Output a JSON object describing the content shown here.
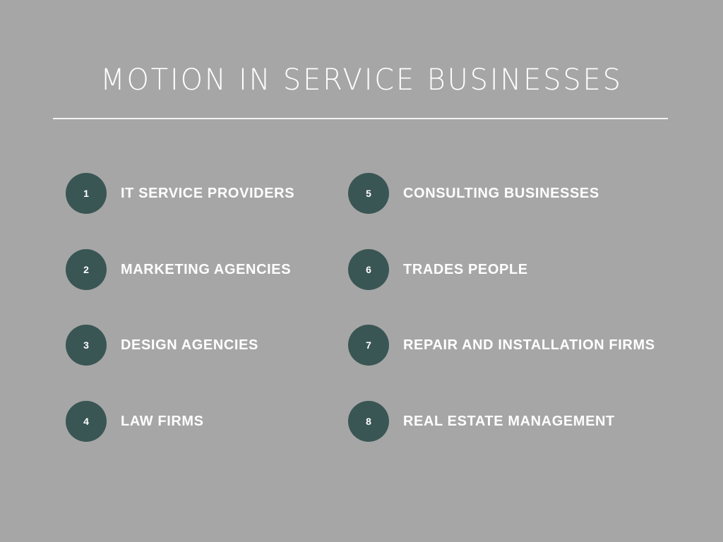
{
  "header": {
    "title": "MOTION IN SERVICE BUSINESSES"
  },
  "colors": {
    "background": "#a6a6a6",
    "circle": "#3a5654",
    "text": "#ffffff"
  },
  "items": [
    {
      "number": "1",
      "label": "IT SERVICE PROVIDERS"
    },
    {
      "number": "2",
      "label": "MARKETING AGENCIES"
    },
    {
      "number": "3",
      "label": "DESIGN AGENCIES"
    },
    {
      "number": "4",
      "label": "LAW FIRMS"
    },
    {
      "number": "5",
      "label": "CONSULTING BUSINESSES"
    },
    {
      "number": "6",
      "label": "TRADES PEOPLE"
    },
    {
      "number": "7",
      "label": "REPAIR AND INSTALLATION FIRMS"
    },
    {
      "number": "8",
      "label": "REAL ESTATE MANAGEMENT"
    }
  ]
}
